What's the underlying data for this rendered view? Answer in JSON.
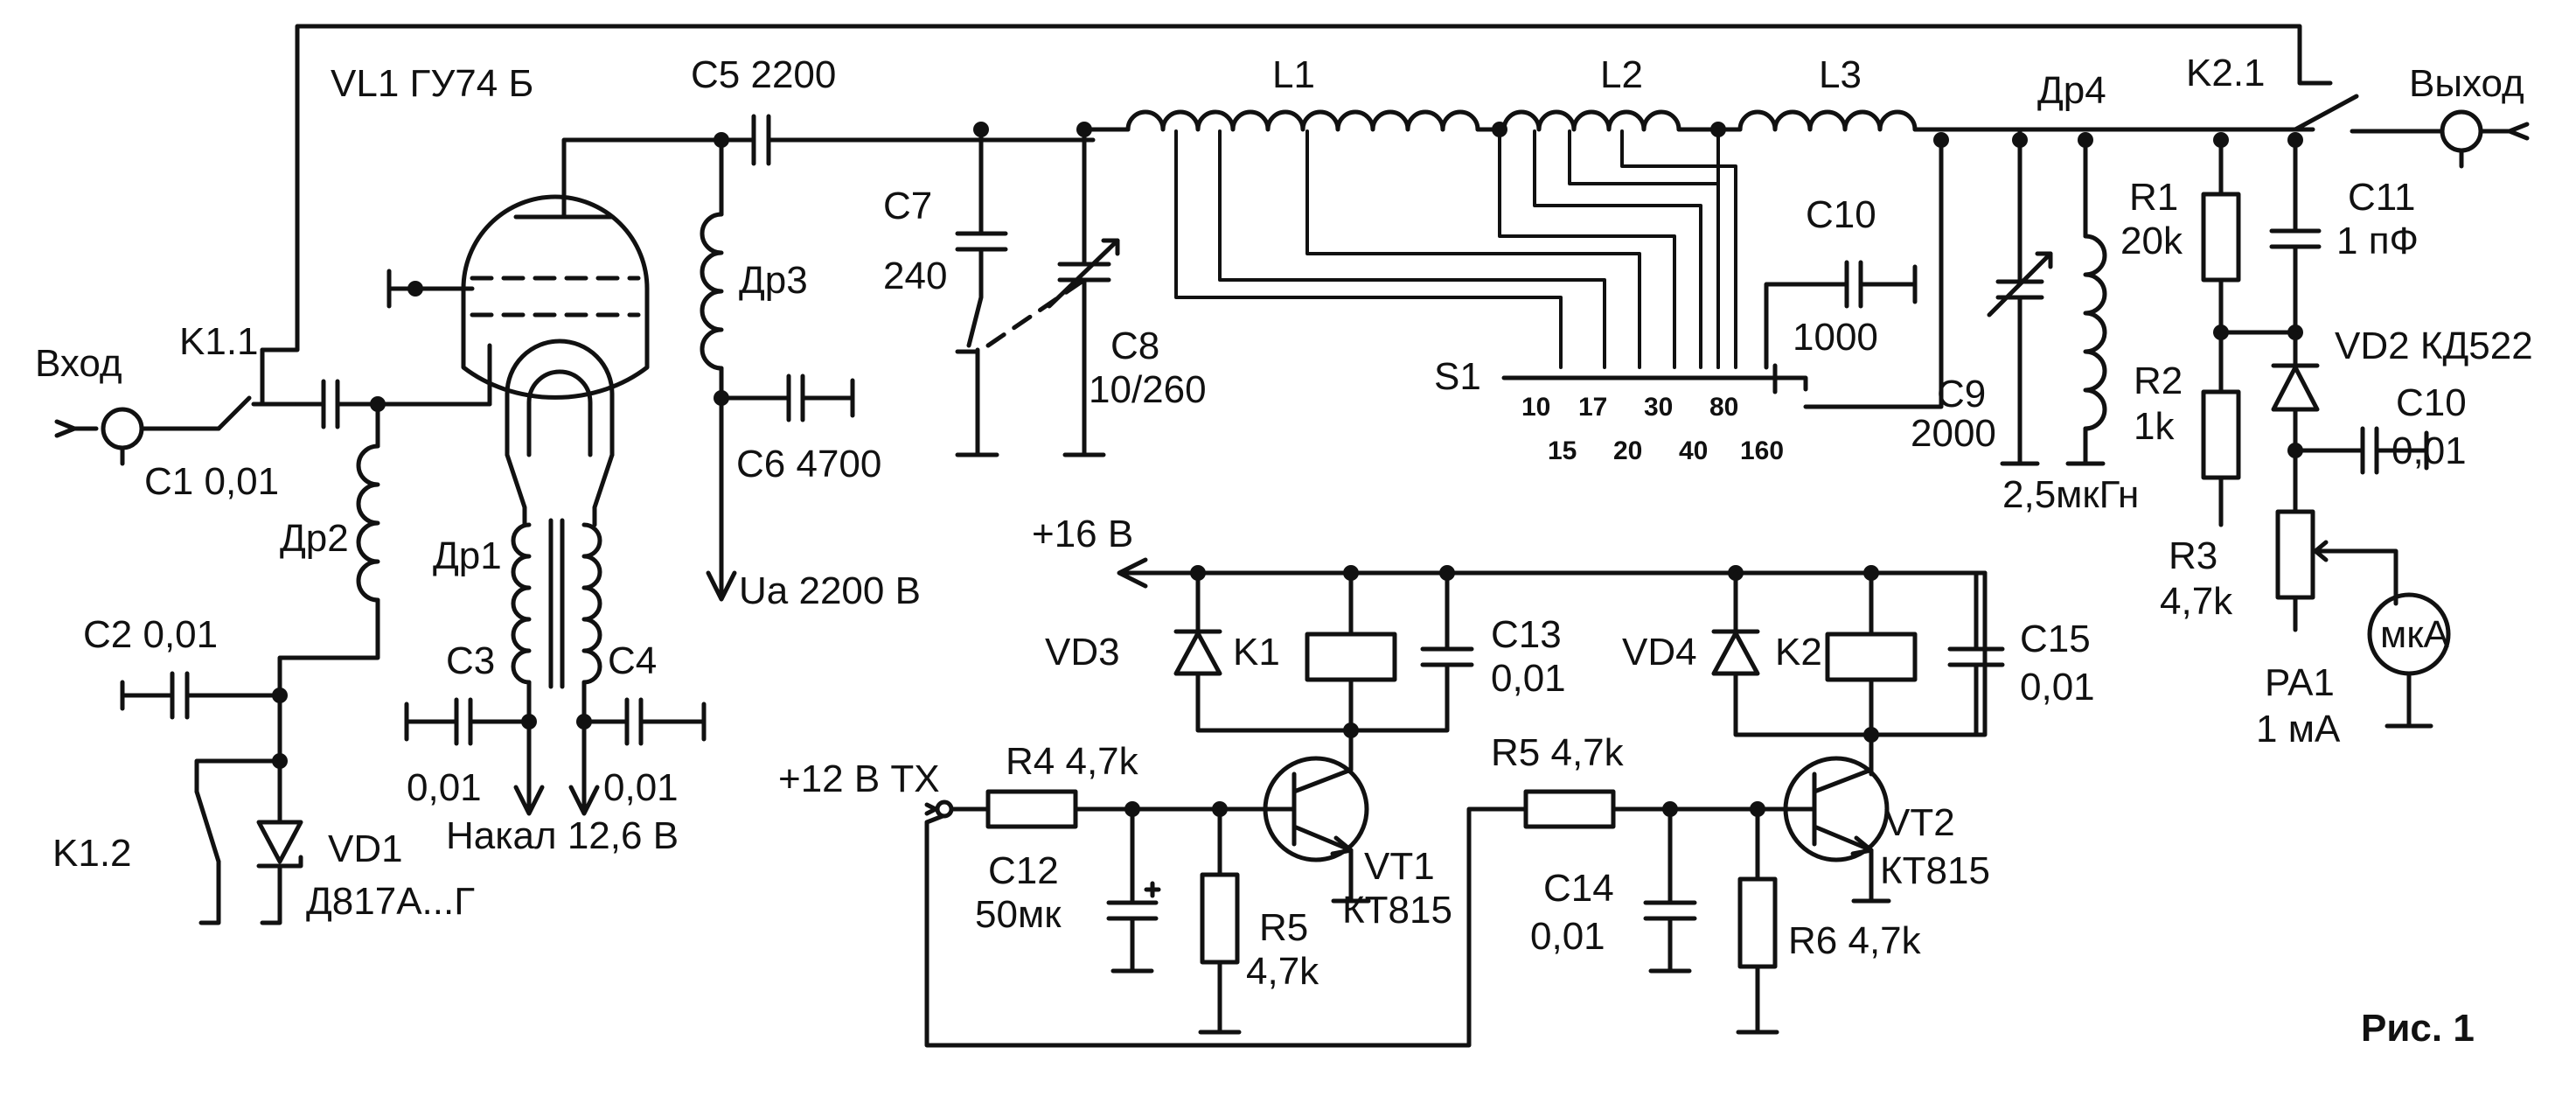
{
  "labels": {
    "vl1": "VL1 ГУ74 Б",
    "c5": "C5 2200",
    "l1": "L1",
    "l2": "L2",
    "l3": "L3",
    "dr4": "Др4",
    "k21": "K2.1",
    "vyhod": "Выход",
    "vhod": "Вход",
    "k11": "K1.1",
    "c1": "C1 0,01",
    "dr3": "Др3",
    "c6": "C6 4700",
    "ua": "Uа 2200 В",
    "c7": "C7",
    "c7v": "240",
    "c8": "C8",
    "c8v": "10/260",
    "c10a": "C10",
    "c10av": "1000",
    "s1": "S1",
    "s1_top": [
      "10",
      "17",
      "30",
      "80"
    ],
    "s1_bot": [
      "15",
      "20",
      "40",
      "160"
    ],
    "c9": "C9",
    "c9v": "2000",
    "dr4v": "2,5мкГн",
    "r1": "R1",
    "r1v": "20k",
    "c11": "C11",
    "c11v": "1 пФ",
    "vd2": "VD2 КД522",
    "r2": "R2",
    "r2v": "1k",
    "c10b": "C10",
    "c10bv": "0,01",
    "r3": "R3",
    "r3v": "4,7k",
    "pa1": "PA1",
    "pa1v": "1 мА",
    "mka": "мкА",
    "dr2": "Др2",
    "dr1": "Др1",
    "c2": "C2 0,01",
    "c3": "C3",
    "c3v": "0,01",
    "c4": "C4",
    "c4v": "0,01",
    "nakal": "Накал 12,6 В",
    "k12": "K1.2",
    "vd1": "VD1",
    "vd1v": "Д817А...Г",
    "p16": "+16 В",
    "vd3": "VD3",
    "k1": "K1",
    "c13": "C13",
    "c13v": "0,01",
    "vd4": "VD4",
    "k2": "K2",
    "c15": "C15",
    "c15v": "0,01",
    "p12": "+12 В ТХ",
    "r4": "R4 4,7k",
    "r5a": "R5 4,7k",
    "c12": "C12",
    "c12v": "50мк",
    "r5": "R5",
    "r5v": "4,7k",
    "vt1": "VT1",
    "vt1v": "КТ815",
    "c14": "C14",
    "c14v": "0,01",
    "r6": "R6 4,7k",
    "vt2": "VT2",
    "vt2v": "КТ815",
    "fig": "Рис. 1"
  }
}
